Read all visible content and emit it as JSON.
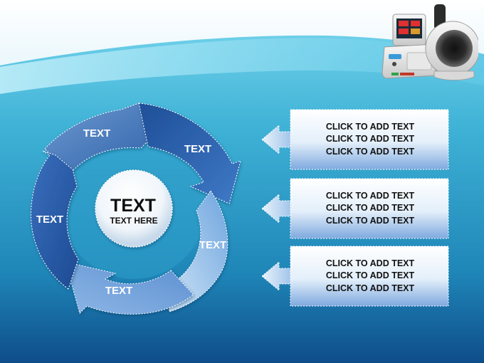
{
  "cycle": {
    "center_title": "TEXT",
    "center_subtitle": "TEXT HERE",
    "segments": [
      {
        "label": "TEXT"
      },
      {
        "label": "TEXT"
      },
      {
        "label": "TEXT"
      },
      {
        "label": "TEXT"
      },
      {
        "label": "TEXT"
      }
    ]
  },
  "callouts": [
    {
      "lines": [
        "CLICK TO ADD TEXT",
        "CLICK TO ADD TEXT",
        "CLICK TO ADD TEXT"
      ]
    },
    {
      "lines": [
        "CLICK TO ADD TEXT",
        "CLICK TO ADD TEXT",
        "CLICK TO ADD TEXT"
      ]
    },
    {
      "lines": [
        "CLICK TO ADD TEXT",
        "CLICK TO ADD TEXT",
        "CLICK TO ADD TEXT"
      ]
    }
  ],
  "colors": {
    "background_top": "#6fd4ee",
    "background_bottom": "#0f4f8c",
    "header_white": "#ffffff",
    "segment_dark": "#1f5aa6",
    "segment_light": "#a9cdee"
  },
  "images": {
    "device": "blood-pressure-monitor"
  }
}
